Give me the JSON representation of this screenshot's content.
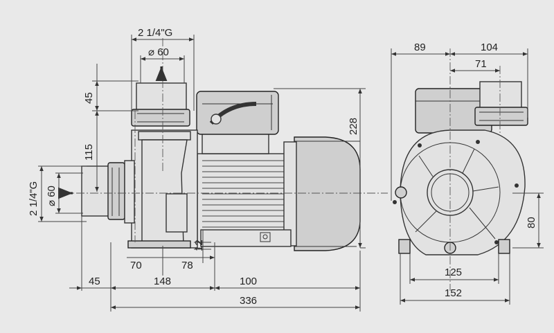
{
  "side_view": {
    "top_thread": "2 1/4\"G",
    "top_diameter": "⌀ 60",
    "dim_45_vert": "45",
    "dim_115": "115",
    "left_thread": "2 1/4\"G",
    "left_diameter": "⌀ 60",
    "dim_12": "12",
    "dim_70": "70",
    "dim_78": "78",
    "dim_45_horiz": "45",
    "dim_148": "148",
    "dim_100": "100",
    "dim_336": "336",
    "dim_228": "228"
  },
  "front_view": {
    "dim_89": "89",
    "dim_104": "104",
    "dim_71": "71",
    "dim_80": "80",
    "dim_125": "125",
    "dim_152": "152"
  }
}
